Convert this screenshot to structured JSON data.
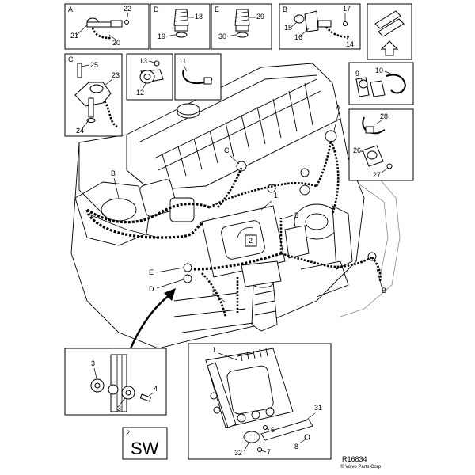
{
  "callouts": {
    "A": "A",
    "B": "B",
    "C": "C",
    "D": "D",
    "E": "E",
    "n1": "1",
    "n2": "2",
    "n3": "3",
    "n4": "4",
    "n5": "5",
    "n6": "6",
    "n7": "7",
    "n8": "8",
    "n9": "9",
    "n10": "10",
    "n11": "11",
    "n12": "12",
    "n13": "13",
    "n14": "14",
    "n15": "15",
    "n16": "16",
    "n17": "17",
    "n18": "18",
    "n19": "19",
    "n20": "20",
    "n21": "21",
    "n22": "22",
    "n23": "23",
    "n24": "24",
    "n25": "25",
    "n26": "26",
    "n27": "27",
    "n28": "28",
    "n29": "29",
    "n30": "30",
    "n31": "31",
    "n32": "32"
  },
  "sw_box": {
    "number": "2",
    "label": "SW"
  },
  "footer": {
    "ref": "R16834",
    "copyright": "© Volvo Parts Corp"
  }
}
